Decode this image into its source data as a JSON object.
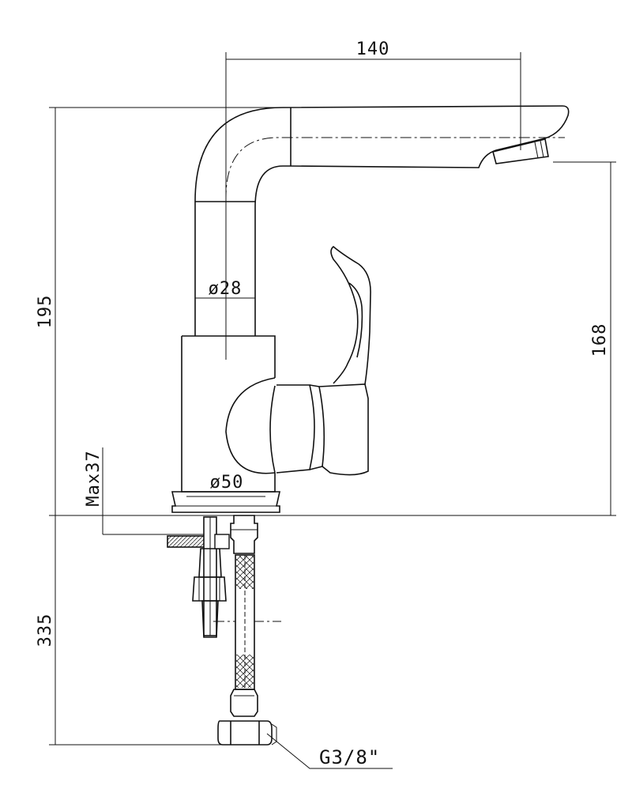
{
  "dimensions": {
    "spout_reach": "140",
    "total_height": "195",
    "outlet_height": "168",
    "spout_tube_diameter": "ø28",
    "base_diameter": "ø50",
    "max_deck_thickness": "Max37",
    "hose_length": "335",
    "connection_thread": "G3/8\""
  }
}
